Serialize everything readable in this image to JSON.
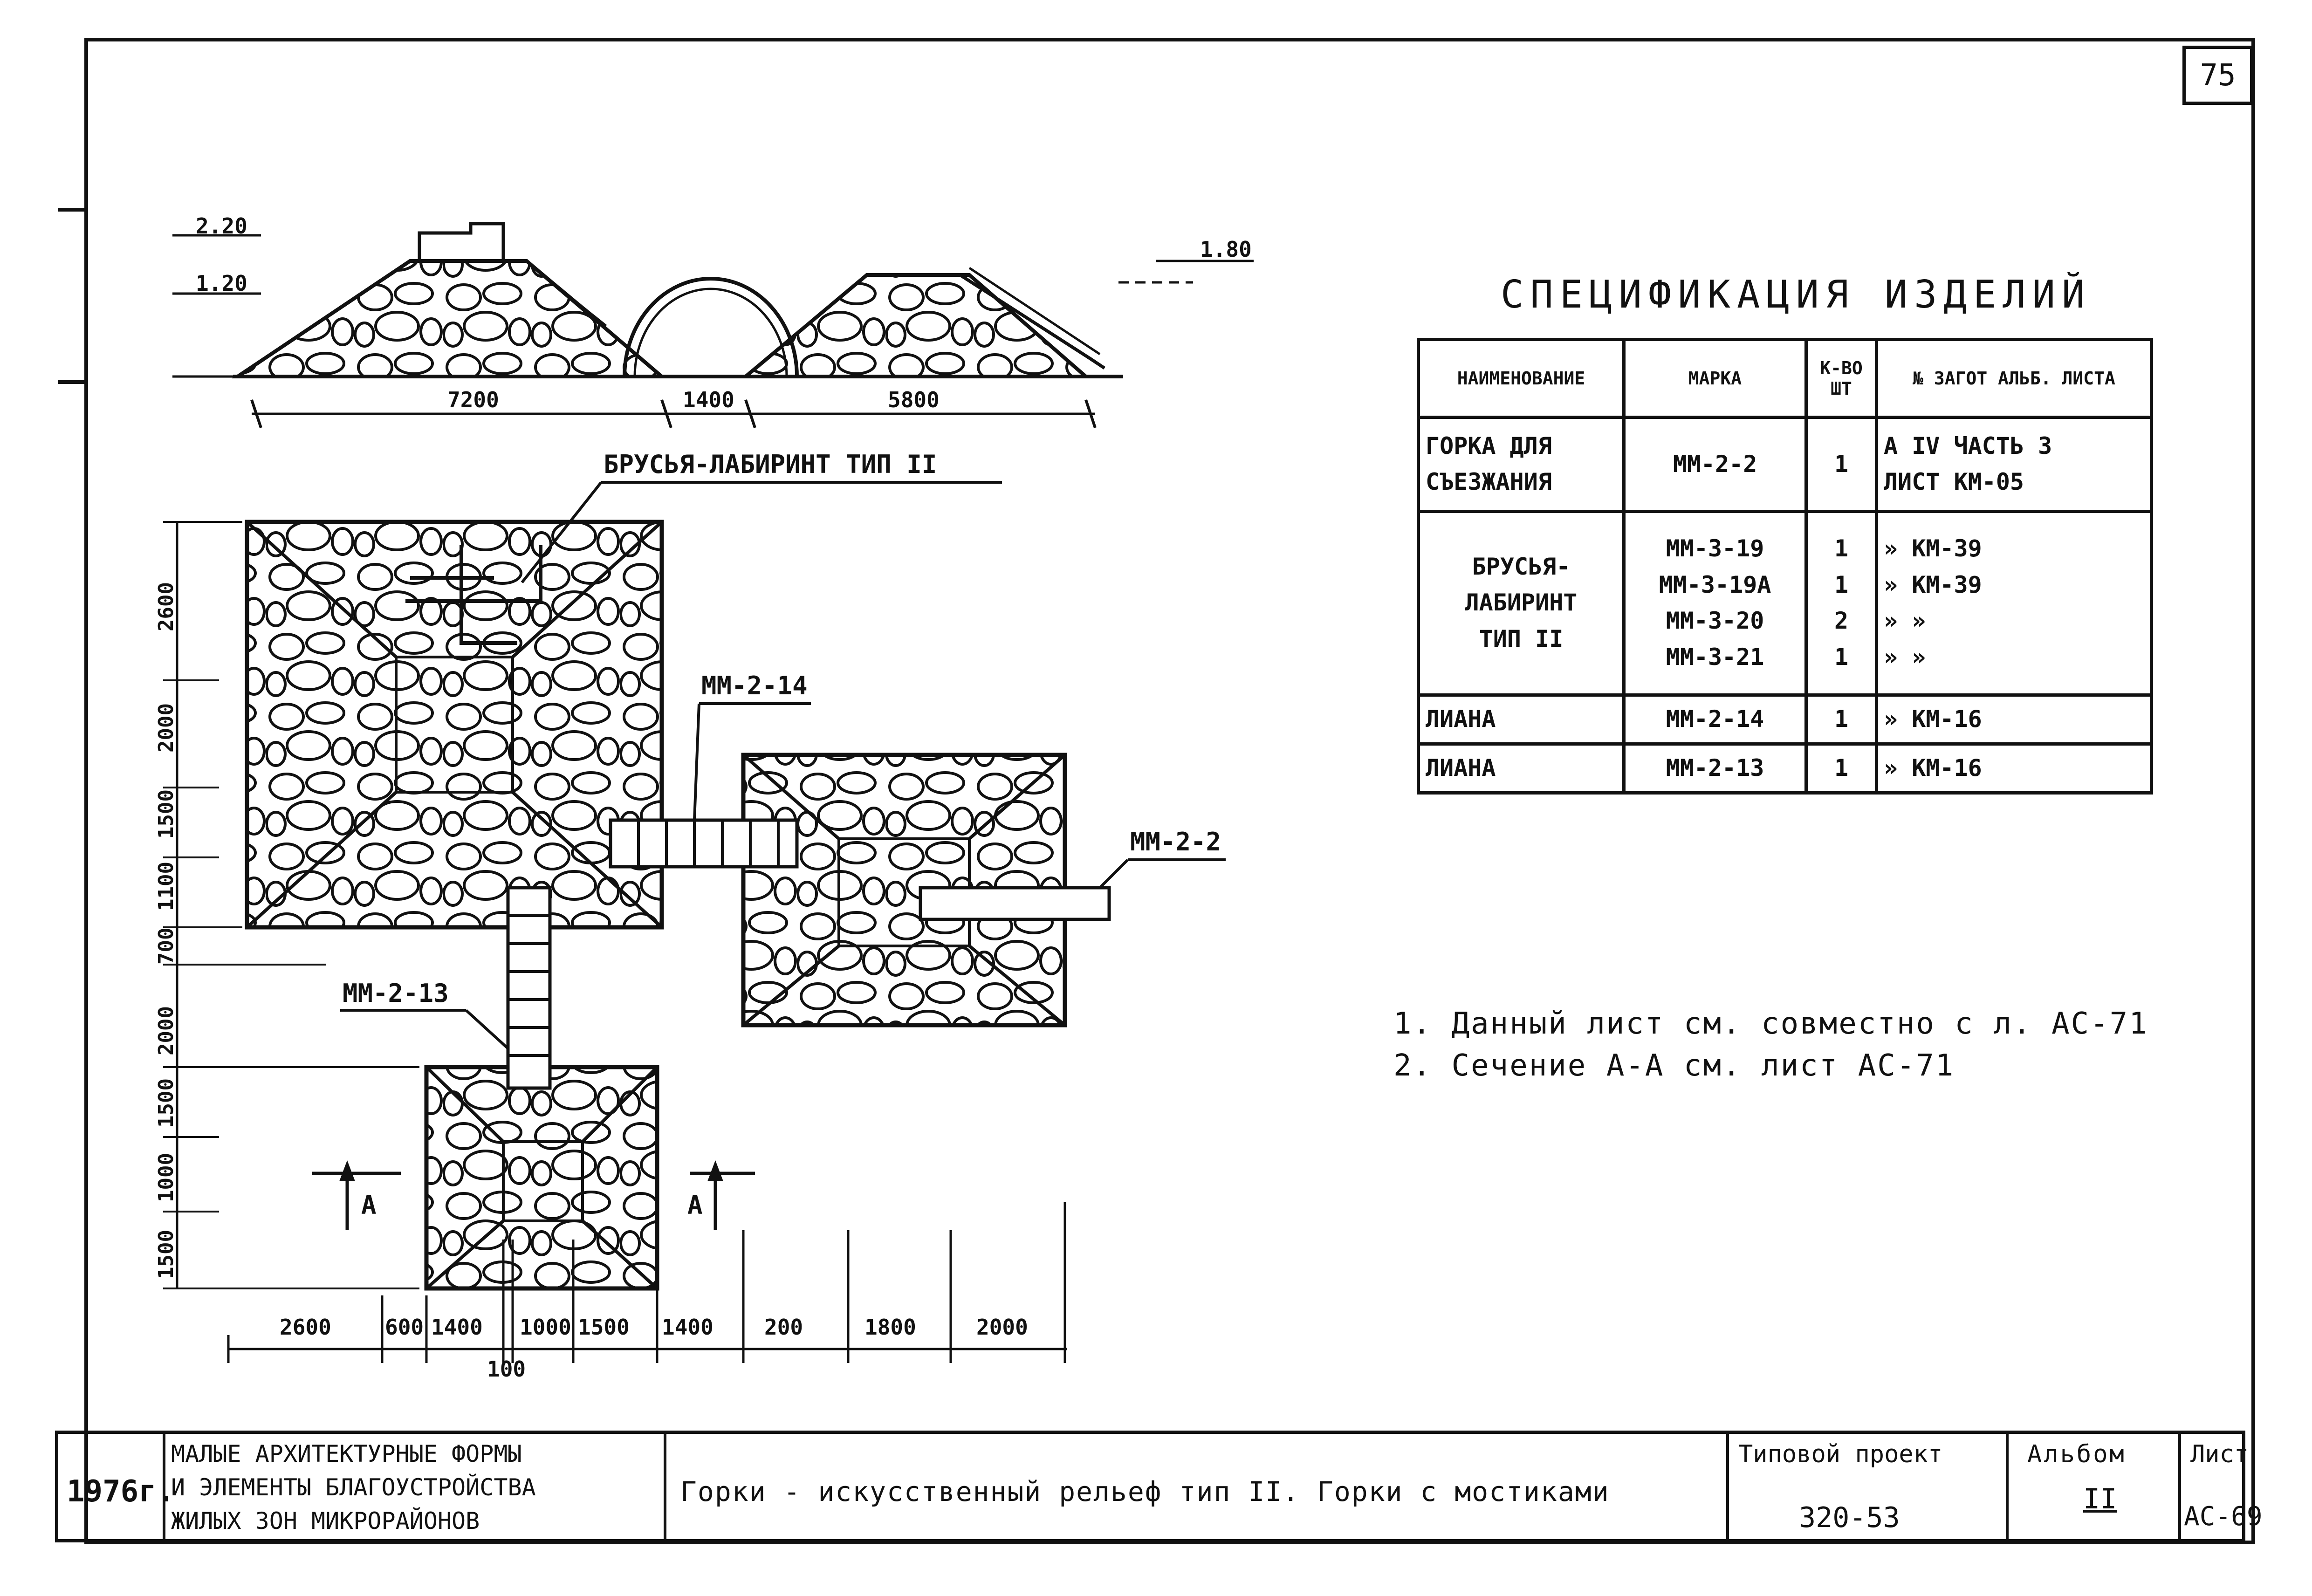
{
  "sheet_number": "75",
  "elevation": {
    "levels": [
      "2.20",
      "1.20",
      "1.80"
    ],
    "dims": [
      "7200",
      "1400",
      "5800"
    ]
  },
  "plan": {
    "callout_labyrinth": "БРУСЬЯ-ЛАБИРИНТ ТИП II",
    "mark_vine_top": "ММ-2-14",
    "mark_slide": "ММ-2-2",
    "mark_vine_bottom": "ММ-2-13",
    "section_a_left": "А",
    "section_a_right": "А",
    "bottom_dims": [
      "2600",
      "600",
      "1400",
      "1000",
      "1500",
      "1400",
      "200",
      "1800",
      "2000"
    ],
    "bottom_dim_extra": "100",
    "left_dims": [
      "2600",
      "2000",
      "1500",
      "1100",
      "700",
      "2000",
      "1500",
      "1000",
      "1500"
    ]
  },
  "spec": {
    "title": "СПЕЦИФИКАЦИЯ ИЗДЕЛИЙ",
    "headers": [
      "НАИМЕНОВАНИЕ",
      "МАРКА",
      "К-ВО ШТ",
      "№ ЗАГОТ АЛЬБ. ЛИСТА"
    ],
    "rows": [
      {
        "name": [
          "ГОРКА ДЛЯ",
          "СЪЕЗЖАНИЯ"
        ],
        "marks": [
          "ММ-2-2"
        ],
        "qty": [
          "1"
        ],
        "refs": [
          "А IV ЧАСТЬ 3",
          "ЛИСТ КМ-05"
        ]
      },
      {
        "name": [
          "БРУСЬЯ-",
          "ЛАБИРИНТ",
          "ТИП II"
        ],
        "marks": [
          "ММ-3-19",
          "ММ-3-19А",
          "ММ-3-20",
          "ММ-3-21"
        ],
        "qty": [
          "1",
          "1",
          "2",
          "1"
        ],
        "refs": [
          "»      КМ-39",
          "»      КМ-39",
          "»        »",
          "»        »"
        ]
      },
      {
        "name": [
          "ЛИАНА"
        ],
        "marks": [
          "ММ-2-14"
        ],
        "qty": [
          "1"
        ],
        "refs": [
          "»      КМ-16"
        ]
      },
      {
        "name": [
          "ЛИАНА"
        ],
        "marks": [
          "ММ-2-13"
        ],
        "qty": [
          "1"
        ],
        "refs": [
          "»      КМ-16"
        ]
      }
    ]
  },
  "notes": [
    "1. Данный лист см. совместно с л. АС-71",
    "2. Сечение А-А см. лист АС-71"
  ],
  "title_block": {
    "year": "1976г.",
    "series": [
      "МАЛЫЕ АРХИТЕКТУРНЫЕ ФОРМЫ",
      "И ЭЛЕМЕНТЫ БЛАГОУСТРОЙСТВА",
      "ЖИЛЫХ ЗОН МИКРОРАЙОНОВ"
    ],
    "title": "Горки - искусственный рельеф тип II. Горки с мостиками",
    "project_label": "Типовой проект",
    "project_number": "320-53",
    "album_label": "Альбом",
    "album_value": "II",
    "sheet_label": "Лист",
    "sheet_value": "АС-69"
  }
}
